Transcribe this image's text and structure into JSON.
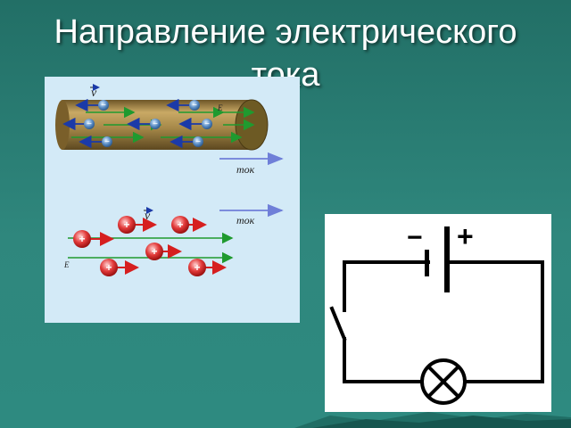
{
  "slide": {
    "title_line1": "Направление электрического",
    "title_line2": "тока"
  },
  "left_figure": {
    "velocity_label": "v",
    "field_label": "E",
    "current_label_top": "ток",
    "current_label_bottom": "ток",
    "electron_symbol": "−",
    "positive_symbol": "+",
    "colors": {
      "panel": "#d3eaf7",
      "conductor": "#a88a4a",
      "electron": "#4a7fb8",
      "positive": "#e23a3a",
      "field_arrow": "#1f9a2f",
      "electron_arrow": "#1b3aa8",
      "positive_arrow": "#d61f1f",
      "current_arrow": "#6f7fd8"
    }
  },
  "circuit": {
    "battery_negative": "−",
    "battery_positive": "+",
    "components": [
      "battery",
      "switch",
      "lamp"
    ]
  }
}
